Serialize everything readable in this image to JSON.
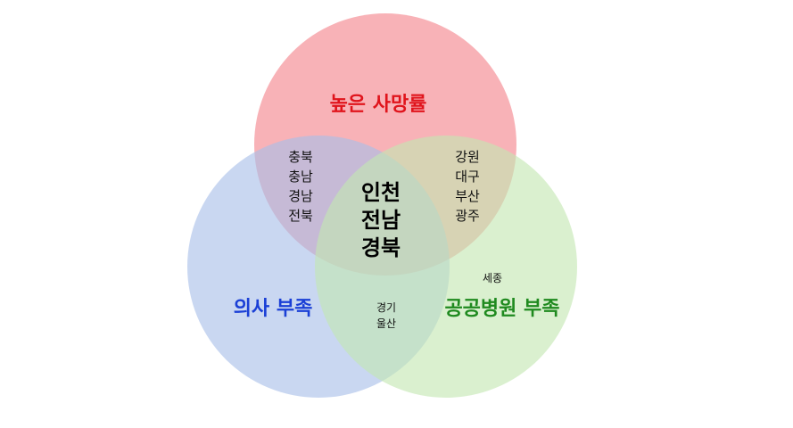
{
  "sets": {
    "death": {
      "label": "높은 사망률",
      "fill": "#f4838a",
      "label_color": "#e0141c"
    },
    "doctor": {
      "label": "의사 부족",
      "fill": "#a8bfe8",
      "label_color": "#1a3fd6"
    },
    "hospital": {
      "label": "공공병원 부족",
      "fill": "#c3e6b2",
      "label_color": "#1f8a1f"
    }
  },
  "regions": {
    "death_doctor": [
      "충북",
      "충남",
      "경남",
      "전북"
    ],
    "death_hospital": [
      "강원",
      "대구",
      "부산",
      "광주"
    ],
    "all_three": [
      "인천",
      "전남",
      "경북"
    ],
    "doctor_hospital": [
      "경기",
      "울산"
    ],
    "hospital_only": [
      "세종"
    ]
  }
}
